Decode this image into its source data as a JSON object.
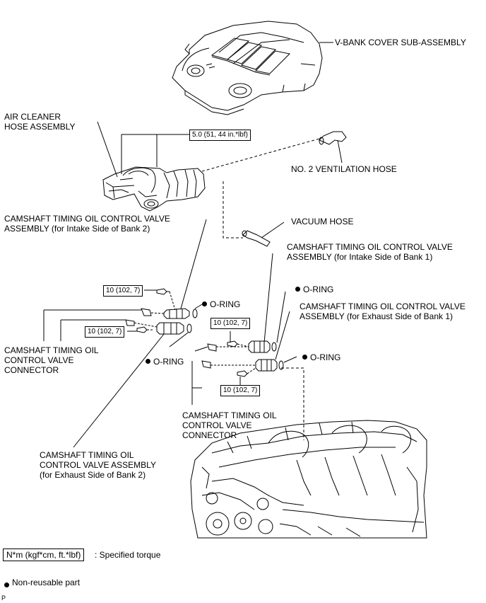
{
  "labels": {
    "vbank_cover": "V-BANK COVER SUB-ASSEMBLY",
    "air_cleaner_line1": "AIR CLEANER",
    "air_cleaner_line2": "HOSE ASSEMBLY",
    "ventilation_hose": "NO. 2 VENTILATION HOSE",
    "vacuum_hose": "VACUUM HOSE",
    "ocv_intake_bank2_line1": "CAMSHAFT TIMING OIL CONTROL VALVE",
    "ocv_intake_bank2_line2": "ASSEMBLY (for Intake Side of Bank 2)",
    "ocv_intake_bank1_line1": "CAMSHAFT TIMING OIL CONTROL VALVE",
    "ocv_intake_bank1_line2": "ASSEMBLY (for Intake Side of Bank 1)",
    "ocv_exhaust_bank1_line1": "CAMSHAFT TIMING OIL CONTROL VALVE",
    "ocv_exhaust_bank1_line2": "ASSEMBLY (for Exhaust Side of Bank 1)",
    "connector_left_line1": "CAMSHAFT TIMING OIL",
    "connector_left_line2": "CONTROL VALVE",
    "connector_left_line3": "CONNECTOR",
    "connector_right_line1": "CAMSHAFT TIMING OIL",
    "connector_right_line2": "CONTROL VALVE",
    "connector_right_line3": "CONNECTOR",
    "ocv_exhaust_bank2_line1": "CAMSHAFT TIMING OIL",
    "ocv_exhaust_bank2_line2": "CONTROL VALVE ASSEMBLY",
    "ocv_exhaust_bank2_line3": "(for Exhaust Side of Bank 2)",
    "oring": "O-RING"
  },
  "torques": {
    "air_cleaner": "5.0 (51, 44 in.*lbf)",
    "bolt": "10 (102, 7)"
  },
  "legend": {
    "torque_unit": "N*m (kgf*cm, ft.*lbf)",
    "torque_desc": ": Specified torque",
    "nonreusable": "Non-reusable part"
  },
  "page_marker": "P"
}
